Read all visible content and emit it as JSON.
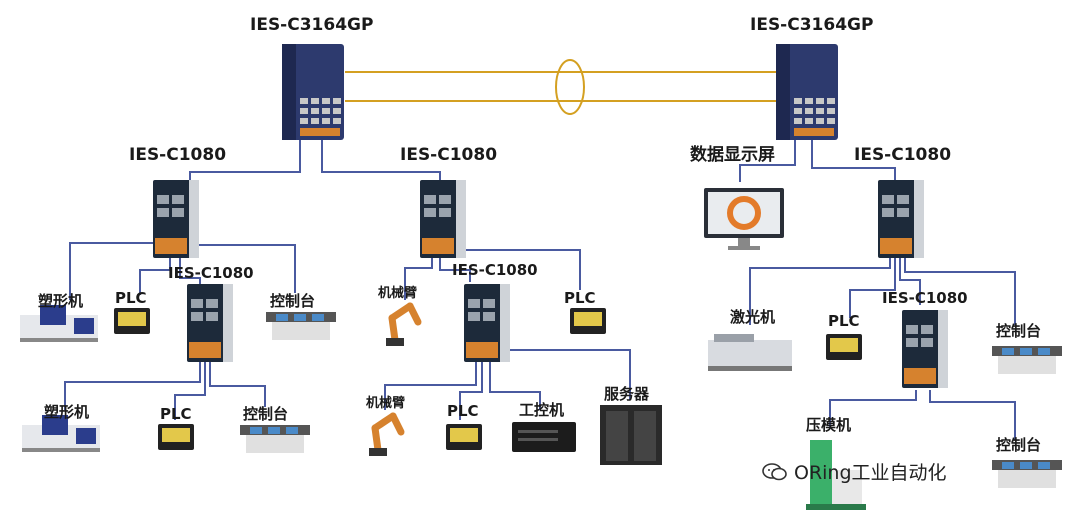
{
  "core_switches": [
    {
      "label": "IES-C3164GP"
    },
    {
      "label": "IES-C3164GP"
    }
  ],
  "access_switches": [
    {
      "label": "IES-C1080"
    },
    {
      "label": "IES-C1080"
    },
    {
      "label": "IES-C1080"
    },
    {
      "label": "IES-C1080"
    },
    {
      "label": "IES-C1080"
    },
    {
      "label": "IES-C1080"
    }
  ],
  "devices": {
    "molding_machine_1": "塑形机",
    "plc_1": "PLC",
    "console_1": "控制台",
    "molding_machine_2": "塑形机",
    "plc_2": "PLC",
    "console_2": "控制台",
    "robot_arm_1": "机械臂",
    "plc_3": "PLC",
    "robot_arm_2": "机械臂",
    "plc_4": "PLC",
    "ipc": "工控机",
    "server": "服务器",
    "display_screen": "数据显示屏",
    "laser_machine": "激光机",
    "plc_5": "PLC",
    "console_3": "控制台",
    "press_machine": "压模机",
    "console_4": "控制台"
  },
  "watermark": "ORing工业自动化",
  "colors": {
    "fiber_link": "#d4a021",
    "copper_link": "#4a5aa0",
    "switch_body": "#2d3a6e",
    "access_body": "#1d2a3a",
    "access_accent": "#d6822e"
  }
}
